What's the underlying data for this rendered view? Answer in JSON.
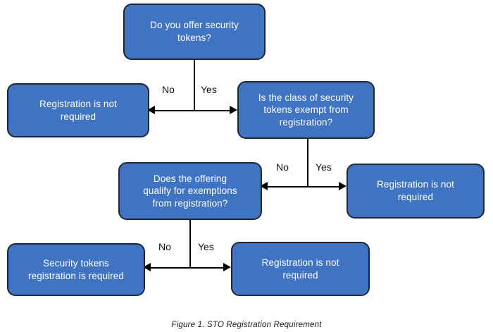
{
  "figure": {
    "caption": "Figure 1. STO Registration Requirement",
    "colors": {
      "node_fill": "#4074C2",
      "node_border": "#1F2633",
      "node_text": "#FFFFFF",
      "edge": "#000000",
      "background": "#FFFFFF"
    }
  },
  "nodes": [
    {
      "id": "q1",
      "type": "decision",
      "text": "Do you offer security\ntokens?"
    },
    {
      "id": "out_no_1",
      "type": "terminal",
      "text": "Registration is not\nrequired"
    },
    {
      "id": "q2",
      "type": "decision",
      "text": "Is the class of security\ntokens exempt from\nregistration?"
    },
    {
      "id": "q3",
      "type": "decision",
      "text": "Does the offering\nqualify for exemptions\nfrom registration?"
    },
    {
      "id": "out_yes_2",
      "type": "terminal",
      "text": "Registration is not\nrequired"
    },
    {
      "id": "out_no_3",
      "type": "terminal",
      "text": "Security tokens\nregistration is required"
    },
    {
      "id": "out_yes_3",
      "type": "terminal",
      "text": "Registration is not\nrequired"
    }
  ],
  "edge_labels": {
    "q1_no": "No",
    "q1_yes": "Yes",
    "q2_no": "No",
    "q2_yes": "Yes",
    "q3_no": "No",
    "q3_yes": "Yes"
  }
}
